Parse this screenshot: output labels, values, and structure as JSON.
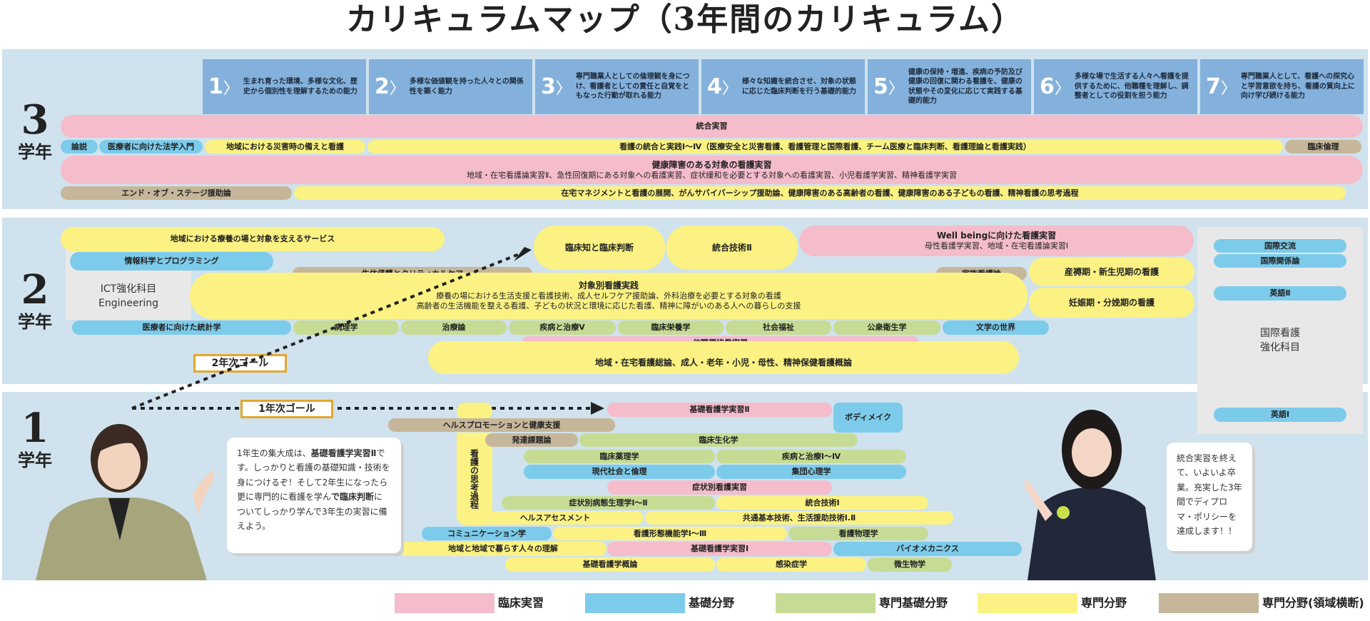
{
  "title": "カリキュラムマップ（3年間のカリキュラム）",
  "years": {
    "y3": {
      "num": "3",
      "label": "学年"
    },
    "y2": {
      "num": "2",
      "label": "学年"
    },
    "y1": {
      "num": "1",
      "label": "学年"
    }
  },
  "diploma": [
    {
      "num": "1",
      "text": "生まれ育った環境、多様な文化、歴史から個別性を理解するための能力"
    },
    {
      "num": "2",
      "text": "多様な価値観を持った人々との関係性を築く能力"
    },
    {
      "num": "3",
      "text": "専門職業人としての倫理観を身につけ、看護者としての責任と自覚をともなった行動が取れる能力"
    },
    {
      "num": "4",
      "text": "様々な知識を統合させ、対象の状態に応じた臨床判断を行う基礎的能力"
    },
    {
      "num": "5",
      "text": "健康の保持・増進、疾病の予防及び健康の回復に関わる看護を、健康の状態やその変化に応じて実践する基礎的能力"
    },
    {
      "num": "6",
      "text": "多様な場で生活する人々へ看護を提供するために、他職種を理解し、調整者としての役割を担う能力"
    },
    {
      "num": "7",
      "text": "専門職業人として、看護への探究心と学習意欲を持ち、看護の質向上に向け学び続ける能力"
    }
  ],
  "year3": {
    "tougou_jisshu": "統合実習",
    "ronsetsu": "論説",
    "hogaku": "医療者に向けた法学入門",
    "saigai": "地域における災害時の備えと看護",
    "tougou_jissen": "看護の統合と実践Ⅰ～Ⅳ（医療安全と災害看護、看護管理と国際看護、チーム医療と臨床判断、看護理論と看護実践）",
    "rinsho_rinri": "臨床倫理",
    "kenko_title": "健康障害のある対象の看護実習",
    "kenko_sub": "地域・在宅看護論実習Ⅱ、急性回復期にある対象への看護実習、症状緩和を必要とする対象への看護実習、小児看護学実習、精神看護学実習",
    "end_of_stage": "エンド・オブ・ステージ援助論",
    "zaitaku": "在宅マネジメントと看護の展開、がんサバイバーシップ援助論、健康障害のある高齢者の看護、健康障害のある子どもの看護、精神看護の思考過程"
  },
  "year2": {
    "chiiki_ryoyo": "地域における療養の場と対象を支えるサービス",
    "joho": "情報科学とプログラミング",
    "ict_line1": "ICT強化科目",
    "ict_line2": "Engineering",
    "rinsho_chi": "臨床知と臨床判断",
    "tougou_gijutsu2": "統合技術Ⅱ",
    "wellbeing_title": "Well beingに向けた看護実習",
    "wellbeing_sub": "母性看護学実習、地域・在宅看護論実習Ⅰ",
    "seitai": "生体侵襲とクリティカルケア",
    "kazoku": "家族看護論",
    "sanjokuki": "産褥期・新生児期の看護",
    "taisho_title": "対象別看護実践",
    "taisho_sub1": "療養の場における生活支援と看護技術、成人セルフケア援助論、外科治療を必要とする対象の看護",
    "taisho_sub2": "高齢者の生活機能を整える看護、子どもの状況と環境に応じた看護、精神に障がいのある人への暮らしの支援",
    "ninshinki": "妊娠期・分娩期の看護",
    "toukei": "医療者に向けた統計学",
    "byori": "病理学",
    "chiryo": "治療論",
    "shippei5": "疾病と治療Ⅴ",
    "eiyo": "臨床栄養学",
    "shakai": "社会福祉",
    "koshu": "公衆衛生学",
    "bungaku": "文学の世界",
    "tashokushu": "他職種協働実習",
    "gairon": "地域・在宅看護総論、成人・老年・小児・母性、精神保健看護概論",
    "goal2": "2年次ゴール"
  },
  "intl": {
    "kokusai_koryu": "国際交流",
    "kokusai_kankei": "国際関係論",
    "eigo2": "英語Ⅱ",
    "label_line1": "国際看護",
    "label_line2": "強化科目",
    "eigo1": "英語Ⅰ"
  },
  "year1": {
    "goal1": "1年次ゴール",
    "kiso_jisshu2": "基礎看護学実習Ⅱ",
    "body_make": "ボディメイク",
    "health_promo": "ヘルスプロモーションと健康支援",
    "shiko_katei": "看護の思考過程",
    "hattatsu": "発達課題論",
    "seikagaku": "臨床生化学",
    "yakuri": "臨床薬理学",
    "shippei14": "疾病と治療Ⅰ～Ⅳ",
    "gendai": "現代社会と倫理",
    "shudan": "集団心理学",
    "shojo_jisshu": "症状別看護実習",
    "byotai": "症状別病態生理学Ⅰ～Ⅱ",
    "tougou_gijutsu1": "統合技術Ⅰ",
    "health_assess": "ヘルスアセスメント",
    "kyotsu": "共通基本技術、生活援助技術Ⅰ.Ⅱ",
    "comm": "コミュニケーション学",
    "keitai": "看護形態機能学Ⅰ～Ⅲ",
    "butsuri": "看護物理学",
    "chiiki_kurasu": "地域と地域で暮らす人々の理解",
    "kiso_jisshu1": "基礎看護学実習Ⅰ",
    "bio": "バイオメカニクス",
    "kiso_gairon": "基礎看護学概論",
    "kansen": "感染症学",
    "biseibutsu": "微生物学"
  },
  "bubble_left": {
    "p1": "1年生の集大成は、",
    "b1": "基礎看護学実習Ⅱ",
    "p2": "です。しっかりと看護の基礎知識・技術を身につけるぞ！そして2年生になったら更に専門的に看護を学ん",
    "b2": "で臨床判断",
    "p3": "についてしっかり学んで3年生の実習に備えよう。"
  },
  "bubble_right": "統合実習を終えて、いよいよ卒業。充実した3年間でディプロマ・ポリシーを達成します！！",
  "legend": [
    {
      "label": "臨床実習",
      "color": "#f5bccb"
    },
    {
      "label": "基礎分野",
      "color": "#7dcbea"
    },
    {
      "label": "専門基礎分野",
      "color": "#c6dc94"
    },
    {
      "label": "専門分野",
      "color": "#fbf283"
    },
    {
      "label": "専門分野(領域横断)",
      "color": "#c6b79a"
    }
  ]
}
